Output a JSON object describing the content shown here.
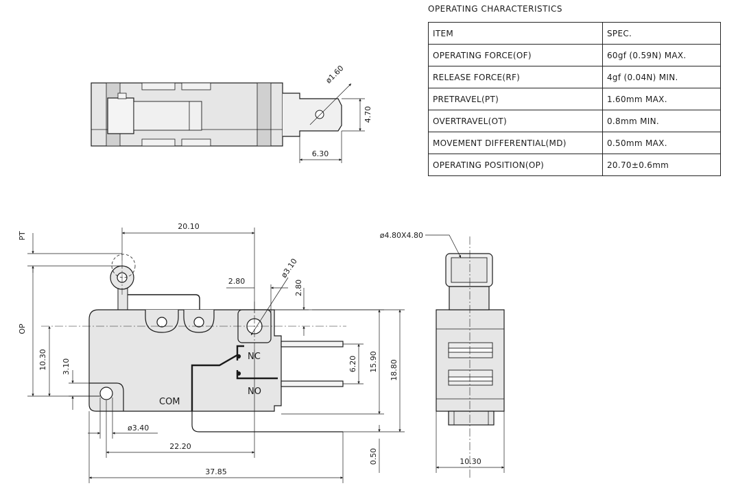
{
  "characteristics": {
    "title": "OPERATING CHARACTERISTICS",
    "header": {
      "item": "ITEM",
      "spec": "SPEC."
    },
    "rows": [
      {
        "item": "OPERATING FORCE(OF)",
        "spec": "60gf (0.59N) MAX."
      },
      {
        "item": "RELEASE FORCE(RF)",
        "spec": "4gf (0.04N) MIN."
      },
      {
        "item": "PRETRAVEL(PT)",
        "spec": "1.60mm MAX."
      },
      {
        "item": "OVERTRAVEL(OT)",
        "spec": "0.8mm MIN."
      },
      {
        "item": "MOVEMENT DIFFERENTIAL(MD)",
        "spec": "0.50mm MAX."
      },
      {
        "item": "OPERATING POSITION(OP)",
        "spec": "20.70±0.6mm"
      }
    ]
  },
  "top_view": {
    "dim_hole": "ø1.60",
    "dim_height": "4.70",
    "dim_width": "6.30"
  },
  "front_view": {
    "pt": "PT",
    "op": "OP",
    "dim_20_10": "20.10",
    "dim_2_80_h": "2.80",
    "dim_hole_310": "ø3.10",
    "dim_2_80_v": "2.80",
    "dim_10_30": "10.30",
    "dim_3_10": "3.10",
    "dim_6_20": "6.20",
    "dim_15_90": "15.90",
    "dim_18_80": "18.80",
    "dim_hole_340": "ø3.40",
    "dim_22_20": "22.20",
    "dim_0_50": "0.50",
    "dim_37_85": "37.85",
    "label_nc": "NC",
    "label_no": "NO",
    "label_com": "COM"
  },
  "side_view": {
    "dim_roller": "ø4.80X4.80",
    "dim_10_30": "10.30"
  }
}
